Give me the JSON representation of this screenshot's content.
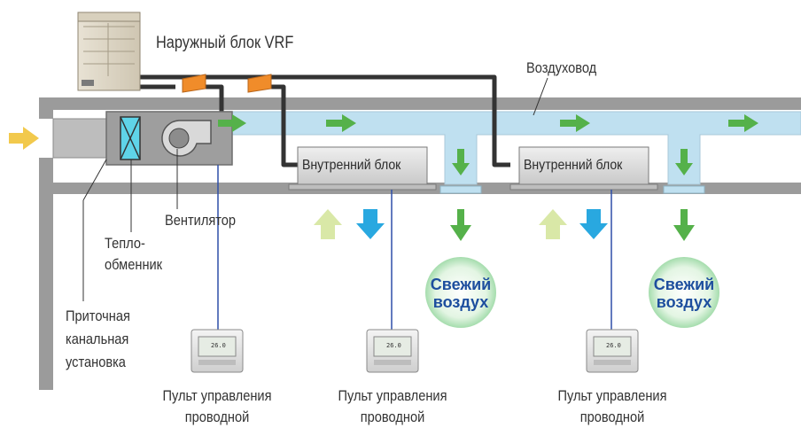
{
  "labels": {
    "outdoor_unit": "Наружный блок VRF",
    "duct": "Воздуховод",
    "fan": "Вентилятор",
    "heat_exchanger_line1": "Тепло-",
    "heat_exchanger_line2": "обменник",
    "ahu_line1": "Приточная",
    "ahu_line2": "канальная",
    "ahu_line3": "установка"
  },
  "indoor_units": [
    {
      "label": "Внутренний блок"
    },
    {
      "label": "Внутренний блок"
    }
  ],
  "fresh_air": [
    {
      "line1": "Свежий",
      "line2": "воздух"
    },
    {
      "line1": "Свежий",
      "line2": "воздух"
    }
  ],
  "controllers": [
    {
      "line1": "Пульт управления",
      "line2": "проводной",
      "display": "26.0"
    },
    {
      "line1": "Пульт управления",
      "line2": "проводной",
      "display": "26.0"
    },
    {
      "line1": "Пульт управления",
      "line2": "проводной",
      "display": "26.0"
    }
  ],
  "colors": {
    "duct_fill": "#bfe0f0",
    "ceiling": "#9b9b9b",
    "supply_arrow": "#55b14a",
    "intake_arrow": "#f2c94c",
    "return_arrow": "#d9e8a7",
    "cool_arrow": "#29a8e0",
    "refrigerant_pipe": "#333333",
    "refnet": "#f08c2a",
    "fresh_air_text": "#1d4e9e"
  }
}
